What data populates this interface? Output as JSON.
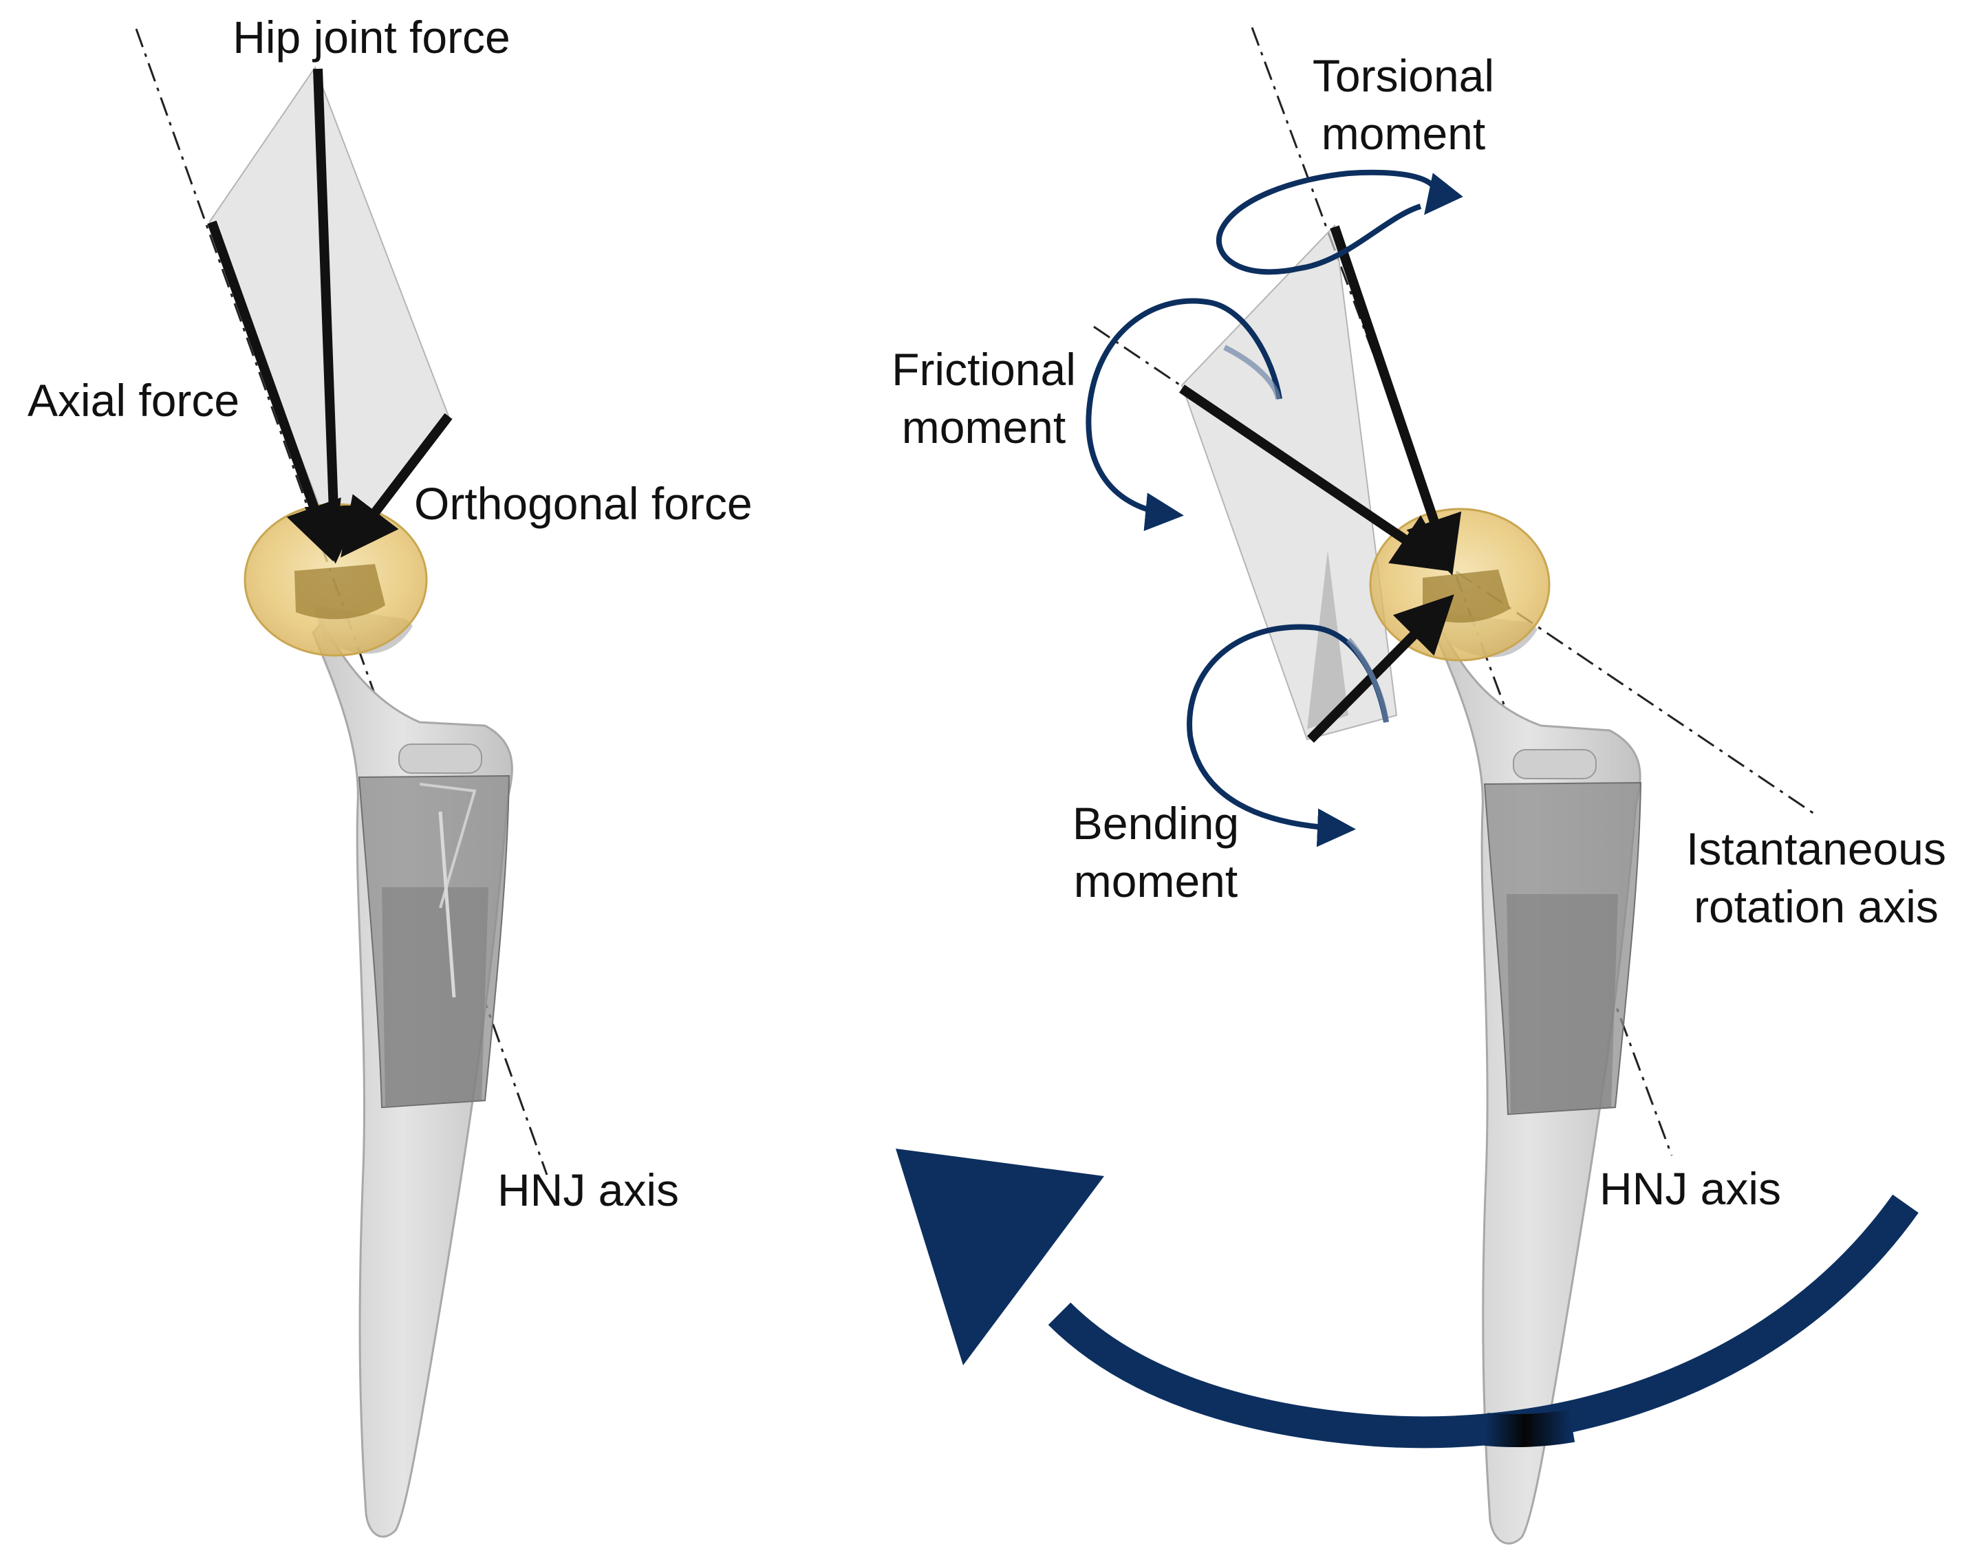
{
  "colors": {
    "arrow_black": "#111111",
    "plane_fill": "#d9d9d9",
    "head_fill": "#e8c97a",
    "stem_fill": "#d6d6d6",
    "stem_dark": "#8a8a8a",
    "moment_blue": "#0c2f5f"
  },
  "left_panel": {
    "hip_joint_force_label": "Hip joint force",
    "axial_force_label": "Axial force",
    "orthogonal_force_label": "Orthogonal force",
    "hnj_axis_label": "HNJ axis"
  },
  "right_panel": {
    "torsional_moment_label": [
      "Torsional",
      "moment"
    ],
    "frictional_moment_label": [
      "Frictional",
      "moment"
    ],
    "bending_moment_label": [
      "Bending",
      "moment"
    ],
    "rotation_axis_label": [
      "Istantaneous",
      "rotation axis"
    ],
    "hnj_axis_label": "HNJ axis"
  }
}
